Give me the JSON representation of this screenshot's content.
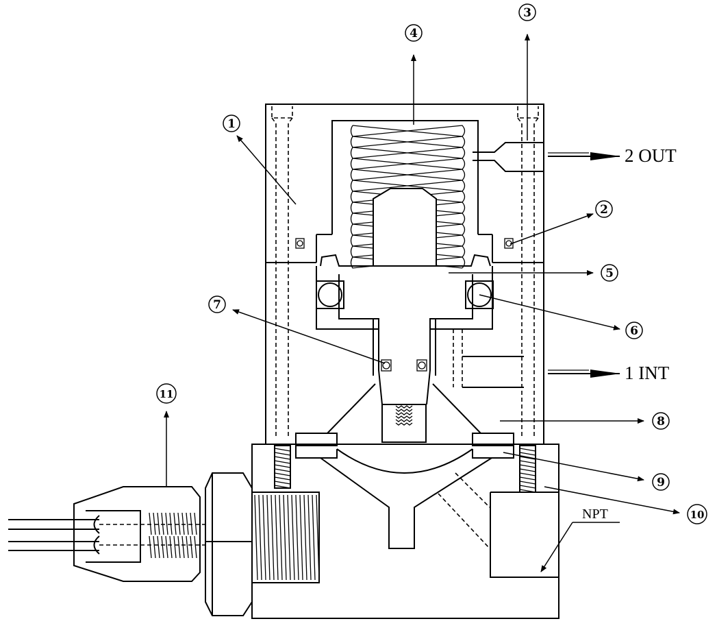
{
  "callouts": [
    {
      "id": "1",
      "text": "1"
    },
    {
      "id": "2",
      "text": "2"
    },
    {
      "id": "3",
      "text": "3"
    },
    {
      "id": "4",
      "text": "4"
    },
    {
      "id": "5",
      "text": "5"
    },
    {
      "id": "6",
      "text": "6"
    },
    {
      "id": "7",
      "text": "7"
    },
    {
      "id": "8",
      "text": "8"
    },
    {
      "id": "9",
      "text": "9"
    },
    {
      "id": "10",
      "text": "10"
    },
    {
      "id": "11",
      "text": "11"
    }
  ],
  "ports": {
    "out_label": "2 OUT",
    "in_label": "1 INT",
    "thread_label": "NPT"
  }
}
